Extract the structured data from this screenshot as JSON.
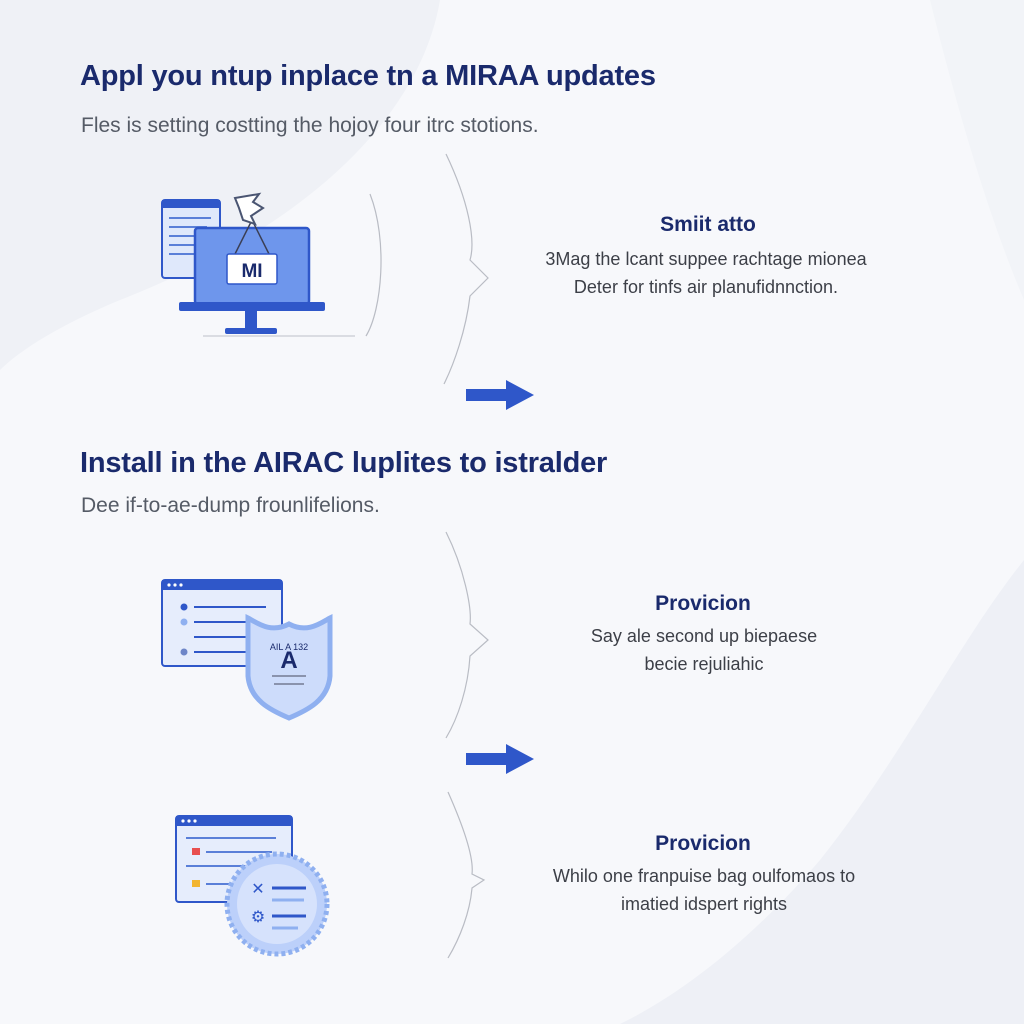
{
  "section1": {
    "heading": "Appl you ntup inplace tn a MIRAA updates",
    "subtext": "Fles is setting costting the hojoy four itrc stotions.",
    "illustration": {
      "icon": "monitor-icon",
      "screen_label": "MI"
    },
    "card": {
      "title": "Smiit atto",
      "desc_line1": "3Mag the lcant suppee rachtage mionea",
      "desc_line2": "Deter for tinfs air planufidnnction."
    }
  },
  "section2": {
    "heading": "Install in the AIRAC luplites to istralder",
    "subtext": "Dee if-to-ae-dump frounlifelions.",
    "illustration": {
      "icon": "shield-document-icon",
      "shield_small": "AIL A 132",
      "shield_letter": "A"
    },
    "card": {
      "title": "Provicion",
      "desc_line1": "Say ale second up biepaese",
      "desc_line2": "becie rejuliahic"
    }
  },
  "section3": {
    "illustration": {
      "icon": "badge-document-icon"
    },
    "card": {
      "title": "Provicion",
      "desc_line1": "Whilo one franpuise bag oulfomaos to",
      "desc_line2": "imatied idspert rights"
    }
  },
  "colors": {
    "heading": "#1a2a6c",
    "accent": "#2f57c9",
    "light_blue": "#8fb0f0",
    "text": "#3c3f47"
  },
  "icons": [
    "monitor-icon",
    "shield-document-icon",
    "badge-document-icon",
    "arrow-right-icon"
  ]
}
